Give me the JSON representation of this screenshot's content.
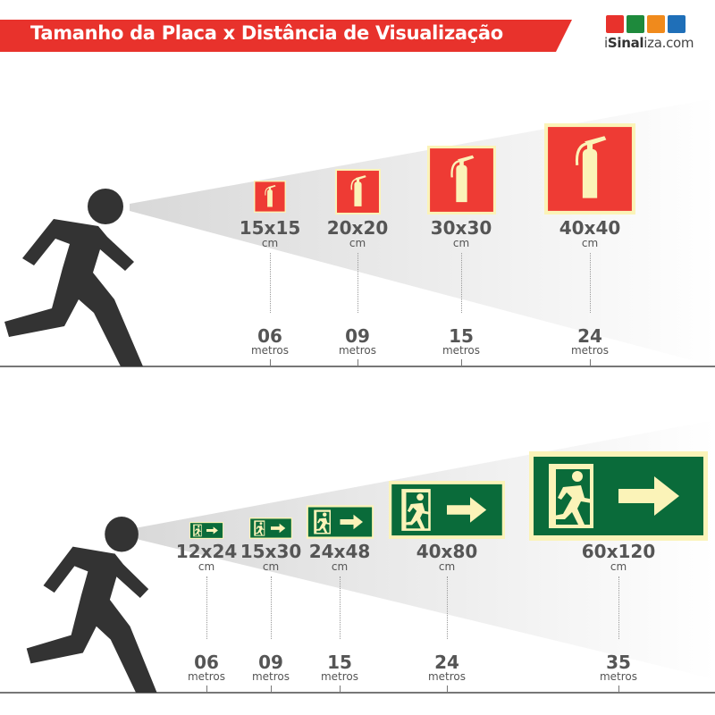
{
  "header": {
    "title": "Tamanho da Placa x Distância de Visualização",
    "banner_color": "#e8322c"
  },
  "logo": {
    "prefix": "i",
    "brand_bold": "Sinal",
    "brand_rest": "iza.com",
    "icon_colors": [
      "#e8322c",
      "#1e8a3c",
      "#f08a1c",
      "#1f6fb8"
    ]
  },
  "colors": {
    "fire_red": "#ee3b34",
    "exit_green": "#0a6b3a",
    "photoluminescent": "#fbf3b8",
    "text": "#555555"
  },
  "fire_signs": {
    "icon": "fire-extinguisher-icon",
    "items": [
      {
        "size": "15x15",
        "unit": "cm",
        "distance": "06",
        "distance_unit": "metros"
      },
      {
        "size": "20x20",
        "unit": "cm",
        "distance": "09",
        "distance_unit": "metros"
      },
      {
        "size": "30x30",
        "unit": "cm",
        "distance": "15",
        "distance_unit": "metros"
      },
      {
        "size": "40x40",
        "unit": "cm",
        "distance": "24",
        "distance_unit": "metros"
      }
    ]
  },
  "exit_signs": {
    "icon": "emergency-exit-right-icon",
    "items": [
      {
        "size": "12x24",
        "unit": "cm",
        "distance": "06",
        "distance_unit": "metros"
      },
      {
        "size": "15x30",
        "unit": "cm",
        "distance": "09",
        "distance_unit": "metros"
      },
      {
        "size": "24x48",
        "unit": "cm",
        "distance": "15",
        "distance_unit": "metros"
      },
      {
        "size": "40x80",
        "unit": "cm",
        "distance": "24",
        "distance_unit": "metros"
      },
      {
        "size": "60x120",
        "unit": "cm",
        "distance": "35",
        "distance_unit": "metros"
      }
    ]
  }
}
